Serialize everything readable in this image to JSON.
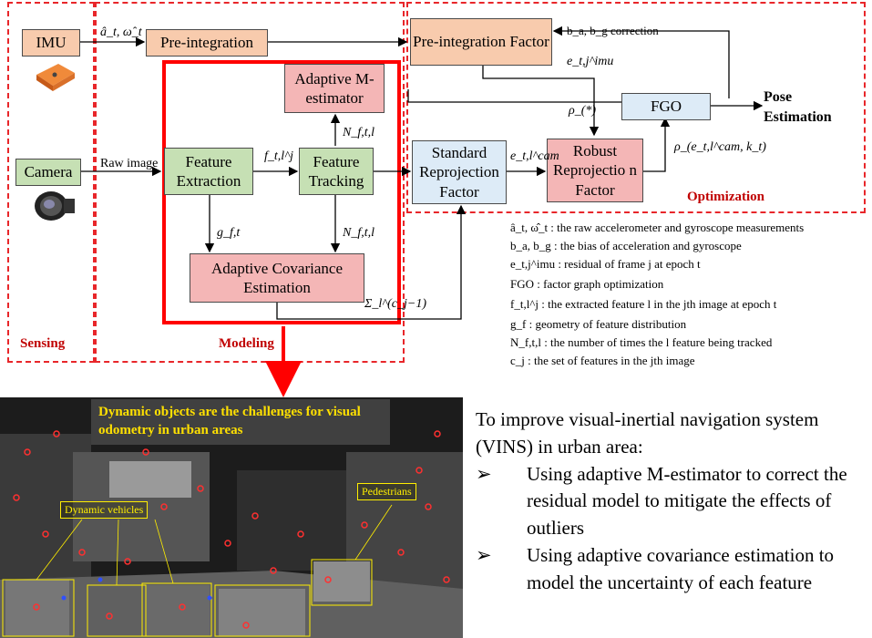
{
  "sections": {
    "sensing": "Sensing",
    "modeling": "Modeling",
    "optimization": "Optimization"
  },
  "blocks": {
    "imu": "IMU",
    "camera": "Camera",
    "preintegration": "Pre-integration",
    "preintegration_factor": "Pre-integration Factor",
    "adaptive_m_estimator": "Adaptive M-estimator",
    "feature_extraction": "Feature Extraction",
    "feature_tracking": "Feature Tracking",
    "adaptive_covariance": "Adaptive Covariance Estimation",
    "standard_reprojection": "Standard Reprojection Factor",
    "robust_reprojection": "Robust Reprojectio n Factor",
    "fgo": "FGO",
    "pose_estimation": "Pose Estimation"
  },
  "edge_labels": {
    "imu_meas": "â_t, ω̂_t",
    "bias_correction": "b_a, b_g correction",
    "e_imu": "e_t,j^imu",
    "raw_image": "Raw image",
    "rho": "ρ_(*)",
    "f_tl": "f_t,l^j",
    "n_ftl_top": "N_f,t,l",
    "n_ftl_bottom": "N_f,t,l",
    "g_ft": "g_f,t",
    "e_cam": "e_t,l^cam",
    "rho_cam": "ρ_(e_t,l^cam, k_t)",
    "sigma": "Σ_l^(c_j−1)"
  },
  "legend": [
    "â_t, ω̂_t : the raw accelerometer and gyroscope measurements",
    "b_a, b_g : the bias of acceleration and gyroscope",
    "e_t,j^imu : residual of frame j at epoch t",
    "FGO : factor graph optimization",
    "f_t,l^j : the extracted feature l in the jth image at epoch t",
    "g_f : geometry of feature distribution",
    "N_f,t,l : the number of times the l feature being tracked",
    "c_j : the set of features in the jth image"
  ],
  "photo": {
    "caption": "Dynamic objects are the challenges for visual odometry in urban areas",
    "tag_vehicles": "Dynamic vehicles",
    "tag_pedestrians": "Pedestrians"
  },
  "summary": {
    "intro": "To improve visual-inertial navigation system (VINS) in urban area:",
    "bullet_mark": "➢",
    "bullets": [
      "Using adaptive M-estimator to correct the residual model to mitigate the effects of outliers",
      "Using adaptive covariance estimation to model the uncertainty of each feature"
    ]
  },
  "colors": {
    "dashed_border": "#e8262a",
    "modeling_border": "#ff0000",
    "section_label": "#c00000",
    "green_block": "#c6e0b4",
    "peach_block": "#f8cbad",
    "pink_block": "#f4b6b6",
    "blue_block": "#ddebf7",
    "photo_caption_text": "#ffe000"
  }
}
